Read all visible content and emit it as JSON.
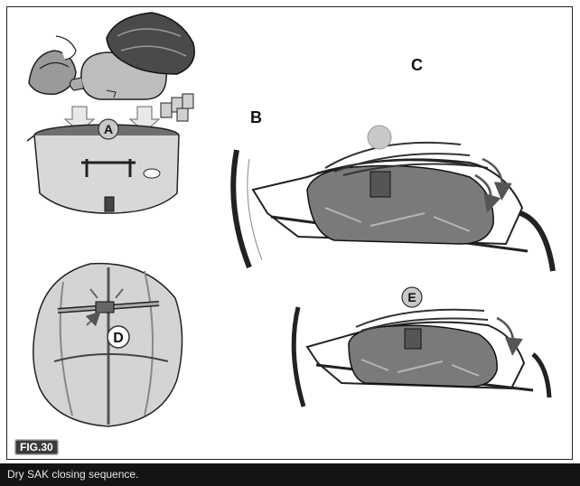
{
  "figure": {
    "badge": "FIG.30",
    "caption": "Dry SAK closing sequence."
  },
  "labels": {
    "a": "A",
    "b": "B",
    "c": "C",
    "d": "D",
    "e": "E"
  },
  "colors": {
    "caption_bg": "#141414",
    "badge_bg": "#3a3a3a",
    "bag_fill": "#d8d8d8",
    "tarp_fill": "#7a7a7a",
    "marker_fill": "#c8c8c8"
  }
}
